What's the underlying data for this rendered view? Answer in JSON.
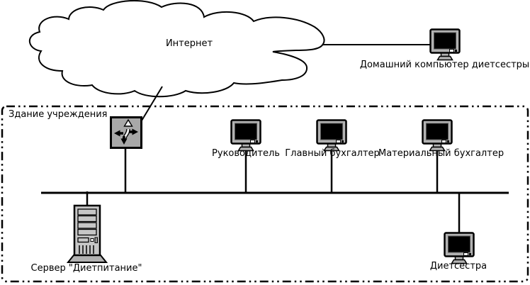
{
  "diagram": {
    "type": "network-topology",
    "labels": {
      "internet": "Интернет",
      "home_computer": "Домашний компьютер диетсестры",
      "building": "Здание учреждения",
      "manager": "Руководитель",
      "chief_accountant": "Главный бухгалтер",
      "materials_accountant": "Материальный бухгалтер",
      "server": "Сервер \"Диетпитание\"",
      "diet_nurse": "Диетсестра"
    },
    "icons": {
      "cloud": "internet-cloud-icon",
      "router": "router-icon",
      "monitor": "computer-monitor-icon",
      "server_tower": "server-tower-icon"
    },
    "colors": {
      "background": "#ffffff",
      "stroke": "#000000",
      "monitor_gray": "#b2b2b2",
      "router_gray": "#a8a8a8",
      "server_gray": "#c6c6c6"
    }
  }
}
